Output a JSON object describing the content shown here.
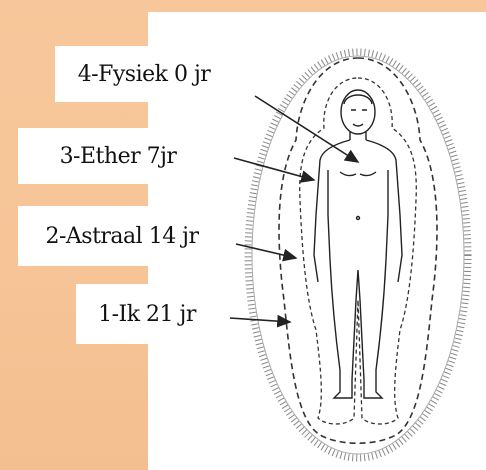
{
  "labels": [
    {
      "number": "4",
      "name": "Fysiek",
      "age": "0 jr",
      "text": "4-Fysiek 0 jr"
    },
    {
      "number": "3",
      "name": "Ether",
      "age": "7jr",
      "text": "3-Ether 7jr"
    },
    {
      "number": "2",
      "name": "Astraal",
      "age": "14 jr",
      "text": "2-Astraal 14 jr"
    },
    {
      "number": "1",
      "name": "Ik",
      "age": "21 jr",
      "text": "1-Ik 21 jr"
    }
  ],
  "colors": {
    "background": "#f7c79b",
    "panel": "#ffffff",
    "line": "#333333"
  }
}
